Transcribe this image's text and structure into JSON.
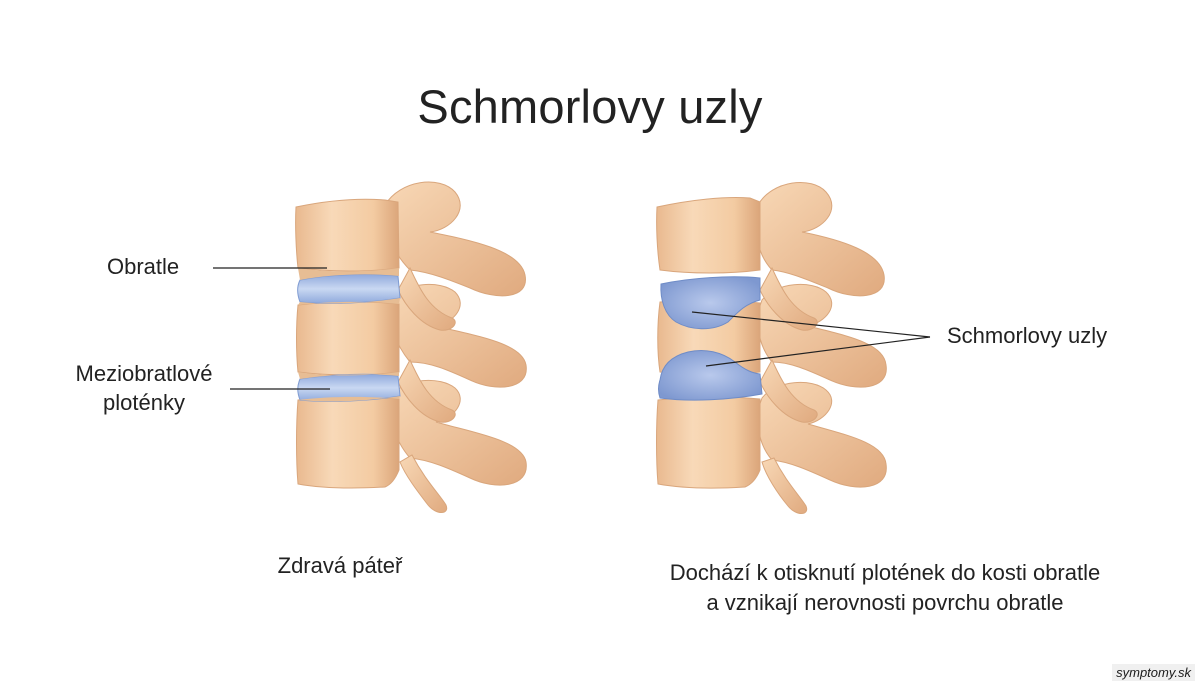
{
  "title": "Schmorlovy uzly",
  "labels": {
    "vertebra": "Obratle",
    "discs_line1": "Meziobratlové",
    "discs_line2": "ploténky",
    "nodes": "Schmorlovy uzly"
  },
  "captions": {
    "healthy": "Zdravá páteř",
    "affected_line1": "Dochází k otisknutí plotének do kosti obratle",
    "affected_line2": "a vznikají nerovnosti povrchu obratle"
  },
  "watermark": "symptomy.sk",
  "colors": {
    "bone": "#f5cfa8",
    "bone_shadow": "#e3b48a",
    "disc": "#a9bfe6",
    "disc_dark": "#7f9bd2",
    "line": "#222222"
  }
}
